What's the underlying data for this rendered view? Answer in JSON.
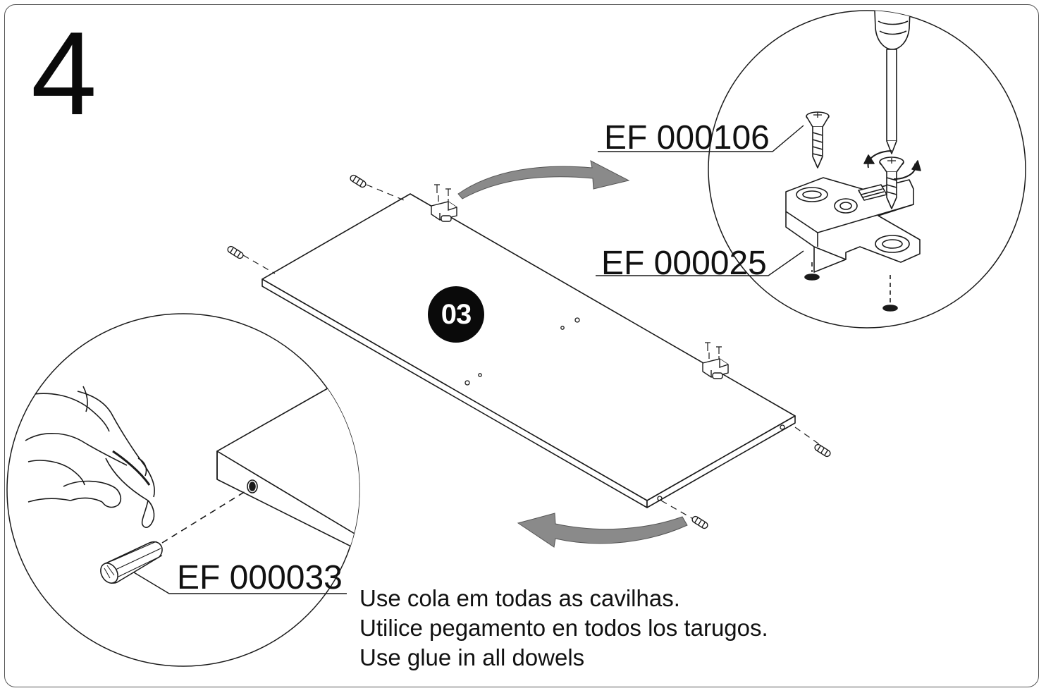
{
  "step": {
    "number": "4"
  },
  "panel": {
    "badge": "03"
  },
  "parts": {
    "screw_code": "EF 000106",
    "hinge_plate_code": "EF 000025",
    "dowel_code": "EF 000033"
  },
  "instructions": {
    "pt": "Use cola em todas as cavilhas.",
    "es": "Utilice pegamento en todos los tarugos.",
    "en": "Use glue in all dowels"
  },
  "icons": {
    "screwdriver": "screwdriver-icon",
    "screw": "wood-screw-icon",
    "hinge_plate": "hinge-mounting-plate-icon",
    "dowel": "wooden-dowel-icon",
    "hand": "hand-applying-glue-icon",
    "arrow": "curved-arrow-icon"
  },
  "colors": {
    "line": "#1a1a1a",
    "arrow_fill": "#8a8a8a",
    "badge": "#0a0a0a"
  }
}
